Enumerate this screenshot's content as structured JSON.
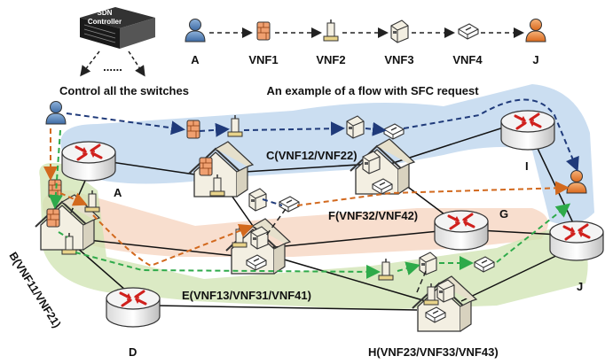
{
  "controller": {
    "label_line1": "SDN",
    "label_line2": "Controller",
    "dots": "......",
    "caption": "Control all the switches"
  },
  "sfc_example": {
    "caption": "An example of a flow with SFC request",
    "chain": [
      {
        "id": "A",
        "label": "A",
        "icon": "user-icon-blue"
      },
      {
        "id": "VNF1",
        "label": "VNF1",
        "icon": "firewall-icon"
      },
      {
        "id": "VNF2",
        "label": "VNF2",
        "icon": "plug-icon"
      },
      {
        "id": "VNF3",
        "label": "VNF3",
        "icon": "server-icon"
      },
      {
        "id": "VNF4",
        "label": "VNF4",
        "icon": "switch-icon"
      },
      {
        "id": "J",
        "label": "J",
        "icon": "user-icon-orange"
      }
    ]
  },
  "nodes": {
    "A": "A",
    "B": "B(VNF11/VNF21)",
    "C": "C(VNF12/VNF22)",
    "D": "D",
    "E": "E(VNF13/VNF31/VNF41)",
    "F": "F(VNF32/VNF42)",
    "G": "G",
    "H": "H(VNF23/VNF33/VNF43)",
    "I": "I",
    "J": "J"
  },
  "colors": {
    "path_blue": "#1f3a7a",
    "path_orange": "#d2691e",
    "path_green": "#2eaa4a",
    "region_blue": "#b9d3ec",
    "region_orange": "#f6d3bd",
    "region_green": "#cfe3b0",
    "router_arrow": "#d0201c",
    "user_blue": "#4f7fb8",
    "user_orange": "#e8822a"
  }
}
